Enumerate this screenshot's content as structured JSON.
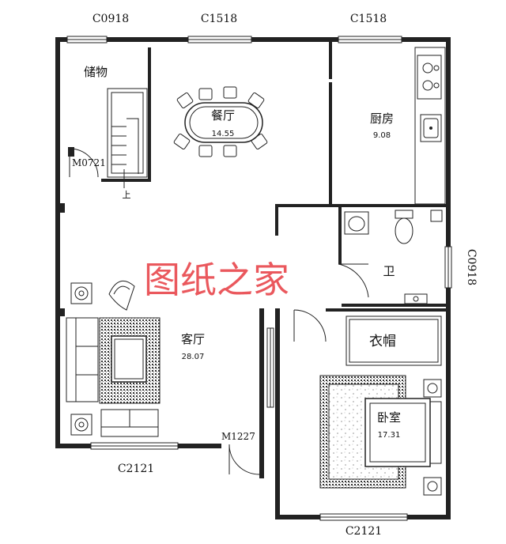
{
  "plan": {
    "windows": {
      "top_left": "C0918",
      "top_mid": "C1518",
      "top_right": "C1518",
      "right_side": "C0918",
      "bottom_left": "C2121",
      "bottom_right": "C2121"
    },
    "doors": {
      "storage_door": "M0721",
      "entry_door": "M1227"
    },
    "rooms": {
      "storage": {
        "name": "储物"
      },
      "dining": {
        "name": "餐厅",
        "area": "14.55"
      },
      "kitchen": {
        "name": "厨房",
        "area": "9.08"
      },
      "bath": {
        "name": "卫"
      },
      "living": {
        "name": "客厅",
        "area": "28.07"
      },
      "closet": {
        "name": "衣帽"
      },
      "bedroom": {
        "name": "卧室",
        "area": "17.31"
      }
    },
    "stair_label": "上",
    "watermark": "图纸之家"
  }
}
